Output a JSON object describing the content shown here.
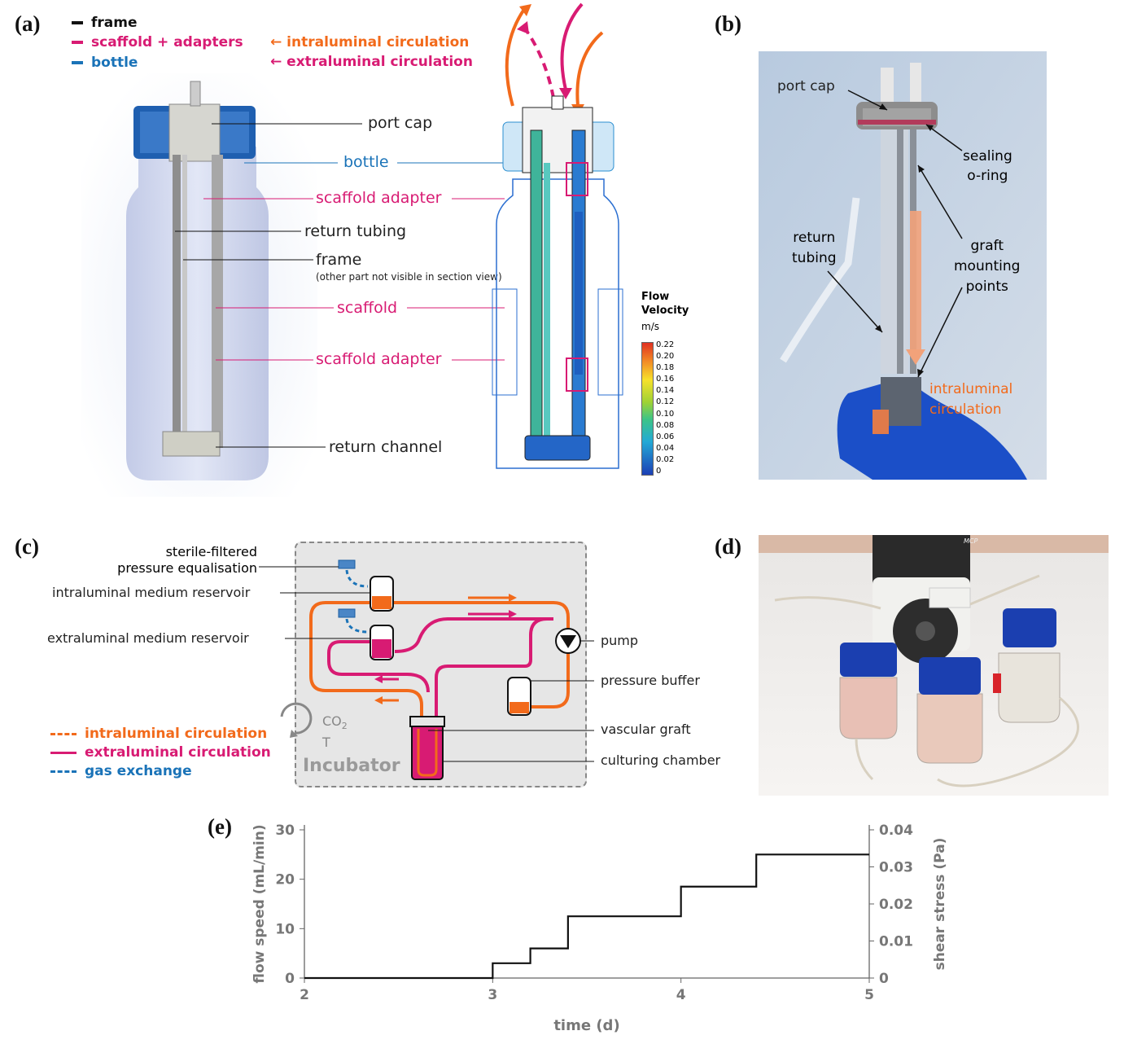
{
  "panels": {
    "a": "(a)",
    "b": "(b)",
    "c": "(c)",
    "d": "(d)",
    "e": "(e)"
  },
  "panel_a": {
    "legend": [
      {
        "label": "frame",
        "color": "#111111"
      },
      {
        "label": "scaffold + adapters",
        "color": "#d81b73"
      },
      {
        "label": "bottle",
        "color": "#1a73b8"
      }
    ],
    "flow_legend": [
      {
        "label": "intraluminal circulation",
        "color": "#f26a1b"
      },
      {
        "label": "extraluminal circulation",
        "color": "#d81b73"
      }
    ],
    "callouts": {
      "port_cap": "port cap",
      "bottle": "bottle",
      "scaffold_adapter_top": "scaffold adapter",
      "return_tubing": "return tubing",
      "frame": "frame",
      "frame_note": "(other part not visible in section view)",
      "scaffold": "scaffold",
      "scaffold_adapter_bottom": "scaffold adapter",
      "return_channel": "return channel"
    },
    "colorbar": {
      "title_line1": "Flow",
      "title_line2": "Velocity",
      "unit": "m/s",
      "ticks": [
        "0.22",
        "0.20",
        "0.18",
        "0.16",
        "0.14",
        "0.12",
        "0.10",
        "0.08",
        "0.06",
        "0.04",
        "0.02",
        "0"
      ]
    }
  },
  "panel_b": {
    "port_cap": "port cap",
    "sealing_line1": "sealing",
    "sealing_line2": "o-ring",
    "graft_line1": "graft",
    "graft_line2": "mounting",
    "graft_line3": "points",
    "return_line1": "return",
    "return_line2": "tubing",
    "intra_line1": "intraluminal",
    "intra_line2": "circulation"
  },
  "panel_c": {
    "labels": {
      "sterile_line1": "sterile-filtered",
      "sterile_line2": "pressure equalisation",
      "intra_reservoir": "intraluminal medium reservoir",
      "extra_reservoir": "extraluminal medium reservoir",
      "pump": "pump",
      "pressure_buffer": "pressure buffer",
      "vascular_graft": "vascular graft",
      "culturing_chamber": "culturing chamber",
      "incubator": "Incubator",
      "co2": "CO",
      "co2_sub": "2",
      "temp": "T"
    },
    "legend": [
      {
        "label": "intraluminal circulation",
        "color": "#f26a1b"
      },
      {
        "label": "extraluminal circulation",
        "color": "#d81b73"
      },
      {
        "label": "gas exchange",
        "color": "#1a73b8"
      }
    ]
  },
  "panel_d": {
    "device_label": "MCP"
  },
  "chart_data": {
    "type": "line",
    "xlabel": "time (d)",
    "ylabel": "flow speed (mL/min)",
    "y2label": "shear stress (Pa)",
    "xlim": [
      2,
      5
    ],
    "ylim": [
      0,
      30
    ],
    "y2lim": [
      0,
      0.04
    ],
    "xticks": [
      "2",
      "3",
      "4",
      "5"
    ],
    "yticks": [
      "0",
      "10",
      "20",
      "30"
    ],
    "y2ticks": [
      "0",
      "0.01",
      "0.02",
      "0.03",
      "0.04"
    ],
    "grid": false,
    "series": [
      {
        "step": true,
        "color": "#111111",
        "x": [
          2,
          3,
          3,
          3.2,
          3.2,
          3.4,
          3.4,
          4,
          4,
          4.4,
          4.4,
          5
        ],
        "y": [
          0,
          0,
          3,
          3,
          6,
          6,
          12.5,
          12.5,
          18.5,
          18.5,
          25,
          25
        ]
      }
    ]
  }
}
